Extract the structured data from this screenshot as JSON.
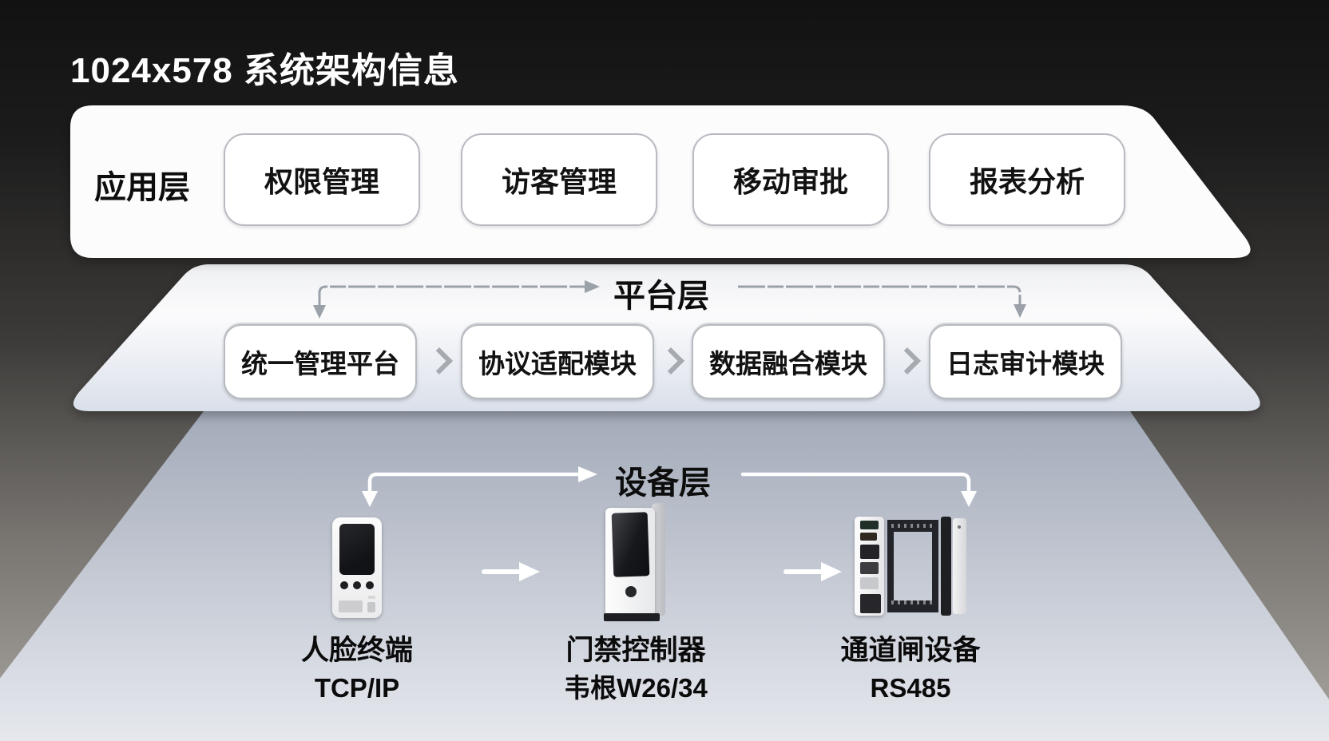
{
  "title": "1024x578 系统架构信息",
  "layers": {
    "application": {
      "label": "应用层",
      "boxes": [
        "权限管理",
        "访客管理",
        "移动审批",
        "报表分析"
      ]
    },
    "platform": {
      "label": "平台层",
      "boxes": [
        "统一管理平台",
        "协议适配模块",
        "数据融合模块",
        "日志审计模块"
      ]
    },
    "device": {
      "label": "设备层",
      "devices": [
        {
          "name": "人脸终端",
          "protocol": "TCP/IP"
        },
        {
          "name": "门禁控制器",
          "protocol": "韦根W26/34"
        },
        {
          "name": "通道闸设备",
          "protocol": "RS485"
        }
      ]
    }
  },
  "colors": {
    "background_top": "#121212",
    "background_bottom": "#a9a6a1",
    "layer_shape": "#fcfcfc",
    "beam_top": "#a3abb9",
    "beam_bottom": "#e6e8ee",
    "arrow_gray": "#9ba1a9",
    "arrow_white": "#ffffff",
    "text": "#0d0d0d"
  }
}
